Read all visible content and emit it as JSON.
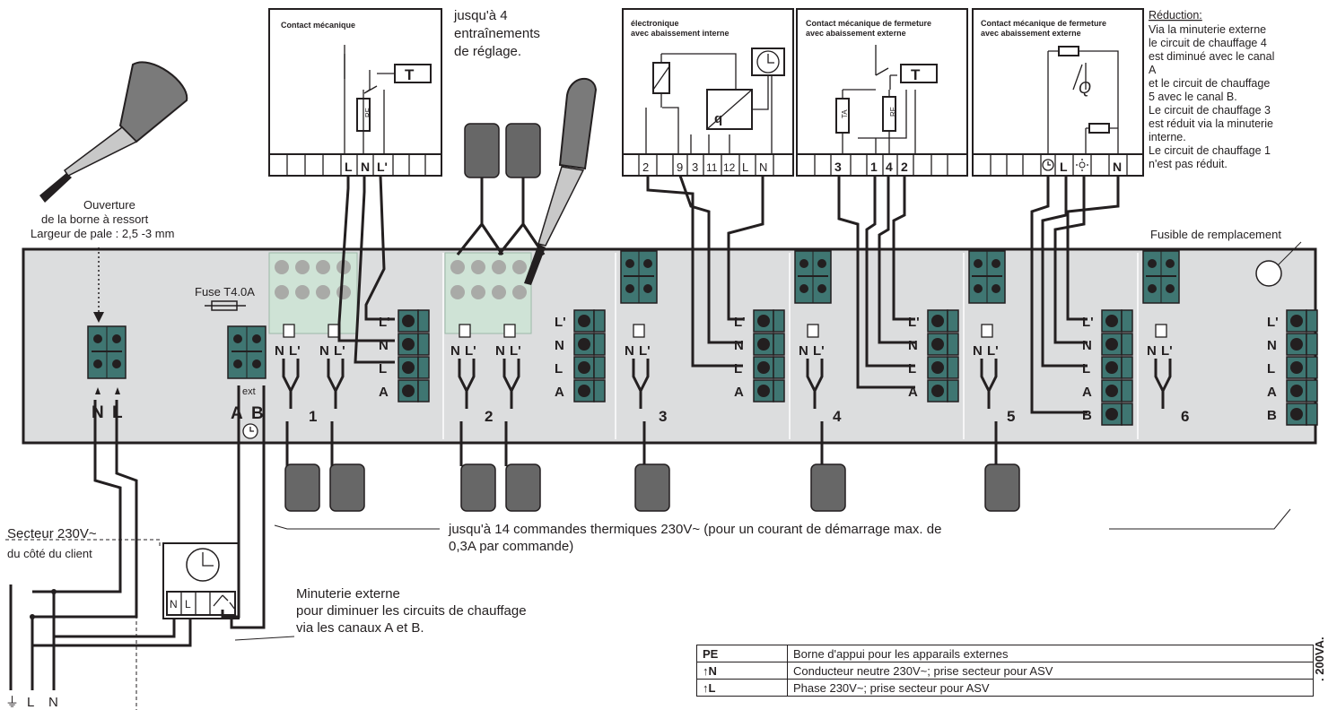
{
  "thermostats": [
    {
      "title": "Contact mécanique",
      "subtitle": "",
      "terminals": [
        "L",
        "N",
        "L'"
      ],
      "sensor": "RF",
      "symbol": "T"
    },
    {
      "title": "électronique",
      "subtitle": "avec abaissement interne",
      "terminals": [
        "2",
        "9",
        "3",
        "11",
        "12",
        "L",
        "N"
      ],
      "symbol": "q"
    },
    {
      "title": "Contact mécanique de fermeture",
      "subtitle": "avec abaissement externe",
      "terminals": [
        "3",
        "1",
        "4",
        "2"
      ],
      "sensor": "RF",
      "sensor2": "TA",
      "symbol": "T"
    },
    {
      "title": "Contact mécanique de fermeture",
      "subtitle": "avec abaissement externe",
      "terminals": [
        "L",
        "N"
      ],
      "symbol": "Q"
    }
  ],
  "notes": {
    "drives": [
      "jusqu'à 4",
      "entraînements",
      "de réglage."
    ],
    "reduction_title": "Réduction:",
    "reduction_lines": [
      "Via la minuterie externe",
      "le circuit de chauffage 4",
      "est diminué avec le canal",
      "A",
      "et le circuit de chauffage",
      "5 avec le canal B.",
      "Le circuit de chauffage 3",
      "est réduit via la minuterie",
      "interne.",
      "Le circuit de chauffage 1",
      "n'est pas réduit."
    ],
    "spring_lines": [
      "Ouverture",
      "de la borne à ressort",
      "Largeur de pale : 2,5 -3 mm"
    ],
    "fuse_replace": "Fusible de remplacement",
    "fuse": "Fuse T4.0A",
    "actuators": "jusqu'à 14 commandes thermiques 230V~ (pour un courant de démarrage max. de",
    "actuators2": "0,3A par commande)",
    "mains": "Secteur 230V~",
    "mains2": "du côté du client",
    "timer_lines": [
      "Minuterie externe",
      "pour diminuer les circuits de chauffage",
      "via les canaux A et B."
    ],
    "vertical": ". 200VA."
  },
  "base": {
    "power_labels": [
      "N",
      "L"
    ],
    "ext_label": "ext",
    "ab_labels": [
      "A",
      "B"
    ],
    "zones": [
      "1",
      "2",
      "3",
      "4",
      "5",
      "6"
    ],
    "conn_labels": [
      "L'",
      "N",
      "L",
      "A",
      "B"
    ],
    "nl_labels": [
      "N",
      "L'"
    ],
    "mains_labels": [
      "L",
      "N"
    ],
    "timer_terms": [
      "N",
      "L"
    ]
  },
  "legend": [
    {
      "symbol": "PE",
      "text": "Borne d'appui pour les apparails externes"
    },
    {
      "symbol": "↑N",
      "text": "Conducteur neutre 230V~; prise secteur pour ASV"
    },
    {
      "symbol": "↑L",
      "text": "Phase 230V~; prise secteur pour ASV"
    }
  ]
}
